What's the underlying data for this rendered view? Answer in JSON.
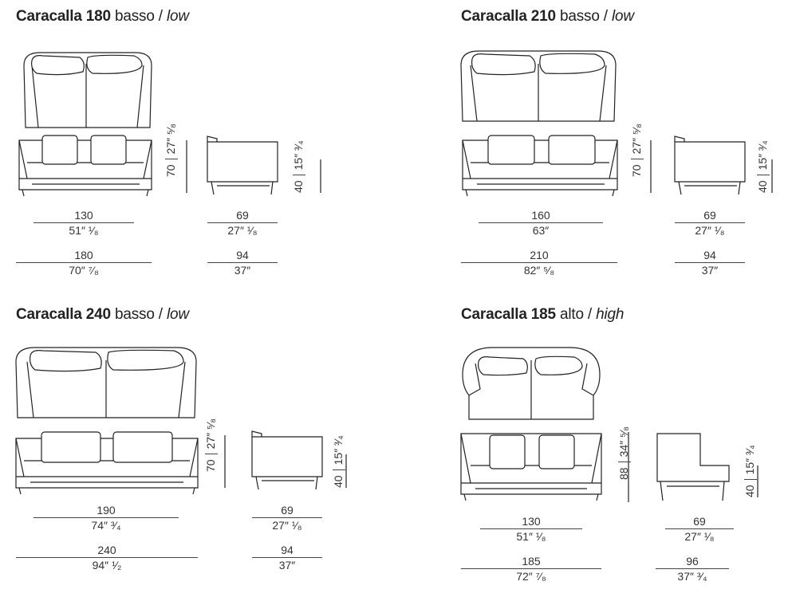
{
  "models": [
    {
      "name": "Caracalla 180",
      "type_it": "basso",
      "sep": "/",
      "type_en": "low",
      "height_cm": "70",
      "height_in": "27″ ⁵⁄₈",
      "seat_cm": "40",
      "seat_in": "15″ ³⁄₄",
      "seat_width_cm": "130",
      "seat_width_in": "51″ ¹⁄₈",
      "width_cm": "180",
      "width_in": "70″ ⁷⁄₈",
      "seat_depth_cm": "69",
      "seat_depth_in": "27″ ¹⁄₈",
      "depth_cm": "94",
      "depth_in": "37″"
    },
    {
      "name": "Caracalla 210",
      "type_it": "basso",
      "sep": "/",
      "type_en": "low",
      "height_cm": "70",
      "height_in": "27″ ⁵⁄₈",
      "seat_cm": "40",
      "seat_in": "15″ ³⁄₄",
      "seat_width_cm": "160",
      "seat_width_in": "63″",
      "width_cm": "210",
      "width_in": "82″ ⁵⁄₈",
      "seat_depth_cm": "69",
      "seat_depth_in": "27″ ¹⁄₈",
      "depth_cm": "94",
      "depth_in": "37″"
    },
    {
      "name": "Caracalla 240",
      "type_it": "basso",
      "sep": "/",
      "type_en": "low",
      "height_cm": "70",
      "height_in": "27″ ⁵⁄₈",
      "seat_cm": "40",
      "seat_in": "15″ ³⁄₄",
      "seat_width_cm": "190",
      "seat_width_in": "74″ ³⁄₄",
      "width_cm": "240",
      "width_in": "94″ ¹⁄₂",
      "seat_depth_cm": "69",
      "seat_depth_in": "27″ ¹⁄₈",
      "depth_cm": "94",
      "depth_in": "37″"
    },
    {
      "name": "Caracalla 185",
      "type_it": "alto",
      "sep": "/",
      "type_en": "high",
      "height_cm": "88",
      "height_in": "34″ ⁵⁄₈",
      "seat_cm": "40",
      "seat_in": "15″ ³⁄₄",
      "seat_width_cm": "130",
      "seat_width_in": "51″ ¹⁄₈",
      "width_cm": "185",
      "width_in": "72″ ⁷⁄₈",
      "seat_depth_cm": "69",
      "seat_depth_in": "27″ ¹⁄₈",
      "depth_cm": "96",
      "depth_in": "37″ ³⁄₄"
    }
  ]
}
